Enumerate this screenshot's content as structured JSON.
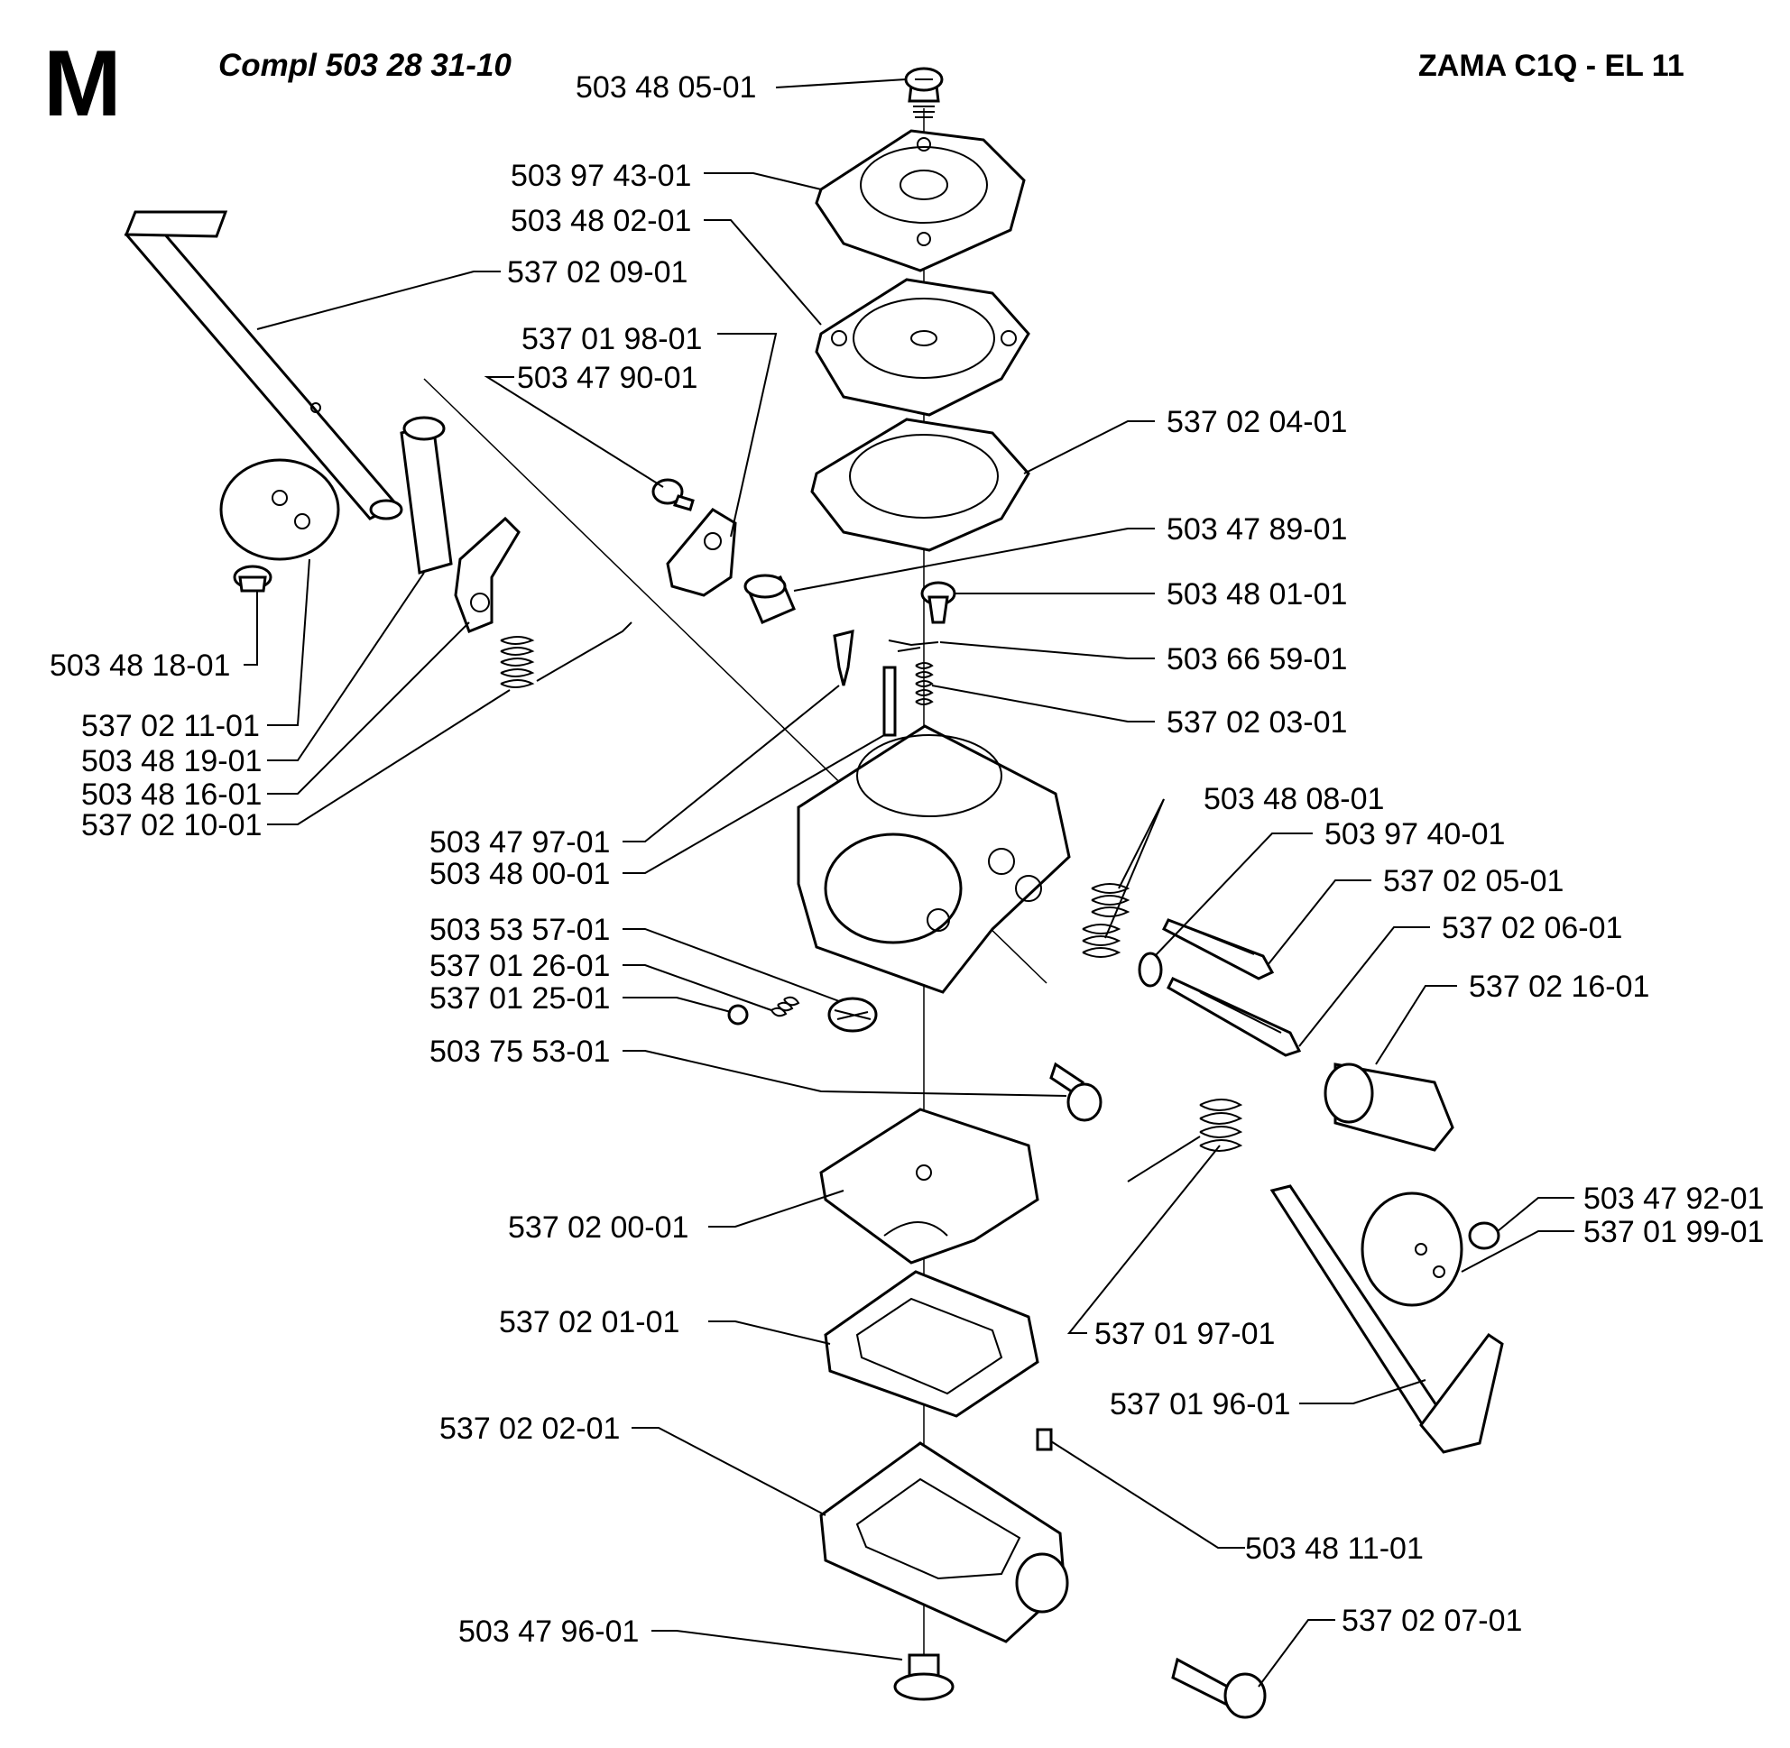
{
  "header": {
    "section_letter": "M",
    "compl": "Compl 503 28 31-10",
    "model": "ZAMA C1Q - EL 11"
  },
  "parts": [
    {
      "id": "p01",
      "number": "503 48 05-01"
    },
    {
      "id": "p02",
      "number": "503 97 43-01"
    },
    {
      "id": "p03",
      "number": "503 48 02-01"
    },
    {
      "id": "p04",
      "number": "537 02 09-01"
    },
    {
      "id": "p05",
      "number": "537 01 98-01"
    },
    {
      "id": "p06",
      "number": "503 47 90-01"
    },
    {
      "id": "p07",
      "number": "537 02 04-01"
    },
    {
      "id": "p08",
      "number": "503 47 89-01"
    },
    {
      "id": "p09",
      "number": "503 48 01-01"
    },
    {
      "id": "p10",
      "number": "503 66 59-01"
    },
    {
      "id": "p11",
      "number": "537 02 03-01"
    },
    {
      "id": "p12",
      "number": "503 48 18-01"
    },
    {
      "id": "p13",
      "number": "537 02 11-01"
    },
    {
      "id": "p14",
      "number": "503 48 19-01"
    },
    {
      "id": "p15",
      "number": "503 48 16-01"
    },
    {
      "id": "p16",
      "number": "537 02 10-01"
    },
    {
      "id": "p17",
      "number": "503 47 97-01"
    },
    {
      "id": "p18",
      "number": "503 48 00-01"
    },
    {
      "id": "p19",
      "number": "503 48 08-01"
    },
    {
      "id": "p20",
      "number": "503 97 40-01"
    },
    {
      "id": "p21",
      "number": "537 02 05-01"
    },
    {
      "id": "p22",
      "number": "537 02 06-01"
    },
    {
      "id": "p23",
      "number": "537 02 16-01"
    },
    {
      "id": "p24",
      "number": "503 53 57-01"
    },
    {
      "id": "p25",
      "number": "537 01 26-01"
    },
    {
      "id": "p26",
      "number": "537 01 25-01"
    },
    {
      "id": "p27",
      "number": "503 75 53-01"
    },
    {
      "id": "p28",
      "number": "537 02 00-01"
    },
    {
      "id": "p29",
      "number": "503 47 92-01"
    },
    {
      "id": "p30",
      "number": "537 01 99-01"
    },
    {
      "id": "p31",
      "number": "537 01 97-01"
    },
    {
      "id": "p32",
      "number": "537 02 01-01"
    },
    {
      "id": "p33",
      "number": "537 01 96-01"
    },
    {
      "id": "p34",
      "number": "537 02 02-01"
    },
    {
      "id": "p35",
      "number": "503 48 11-01"
    },
    {
      "id": "p36",
      "number": "503 47 96-01"
    },
    {
      "id": "p37",
      "number": "537 02 07-01"
    }
  ]
}
